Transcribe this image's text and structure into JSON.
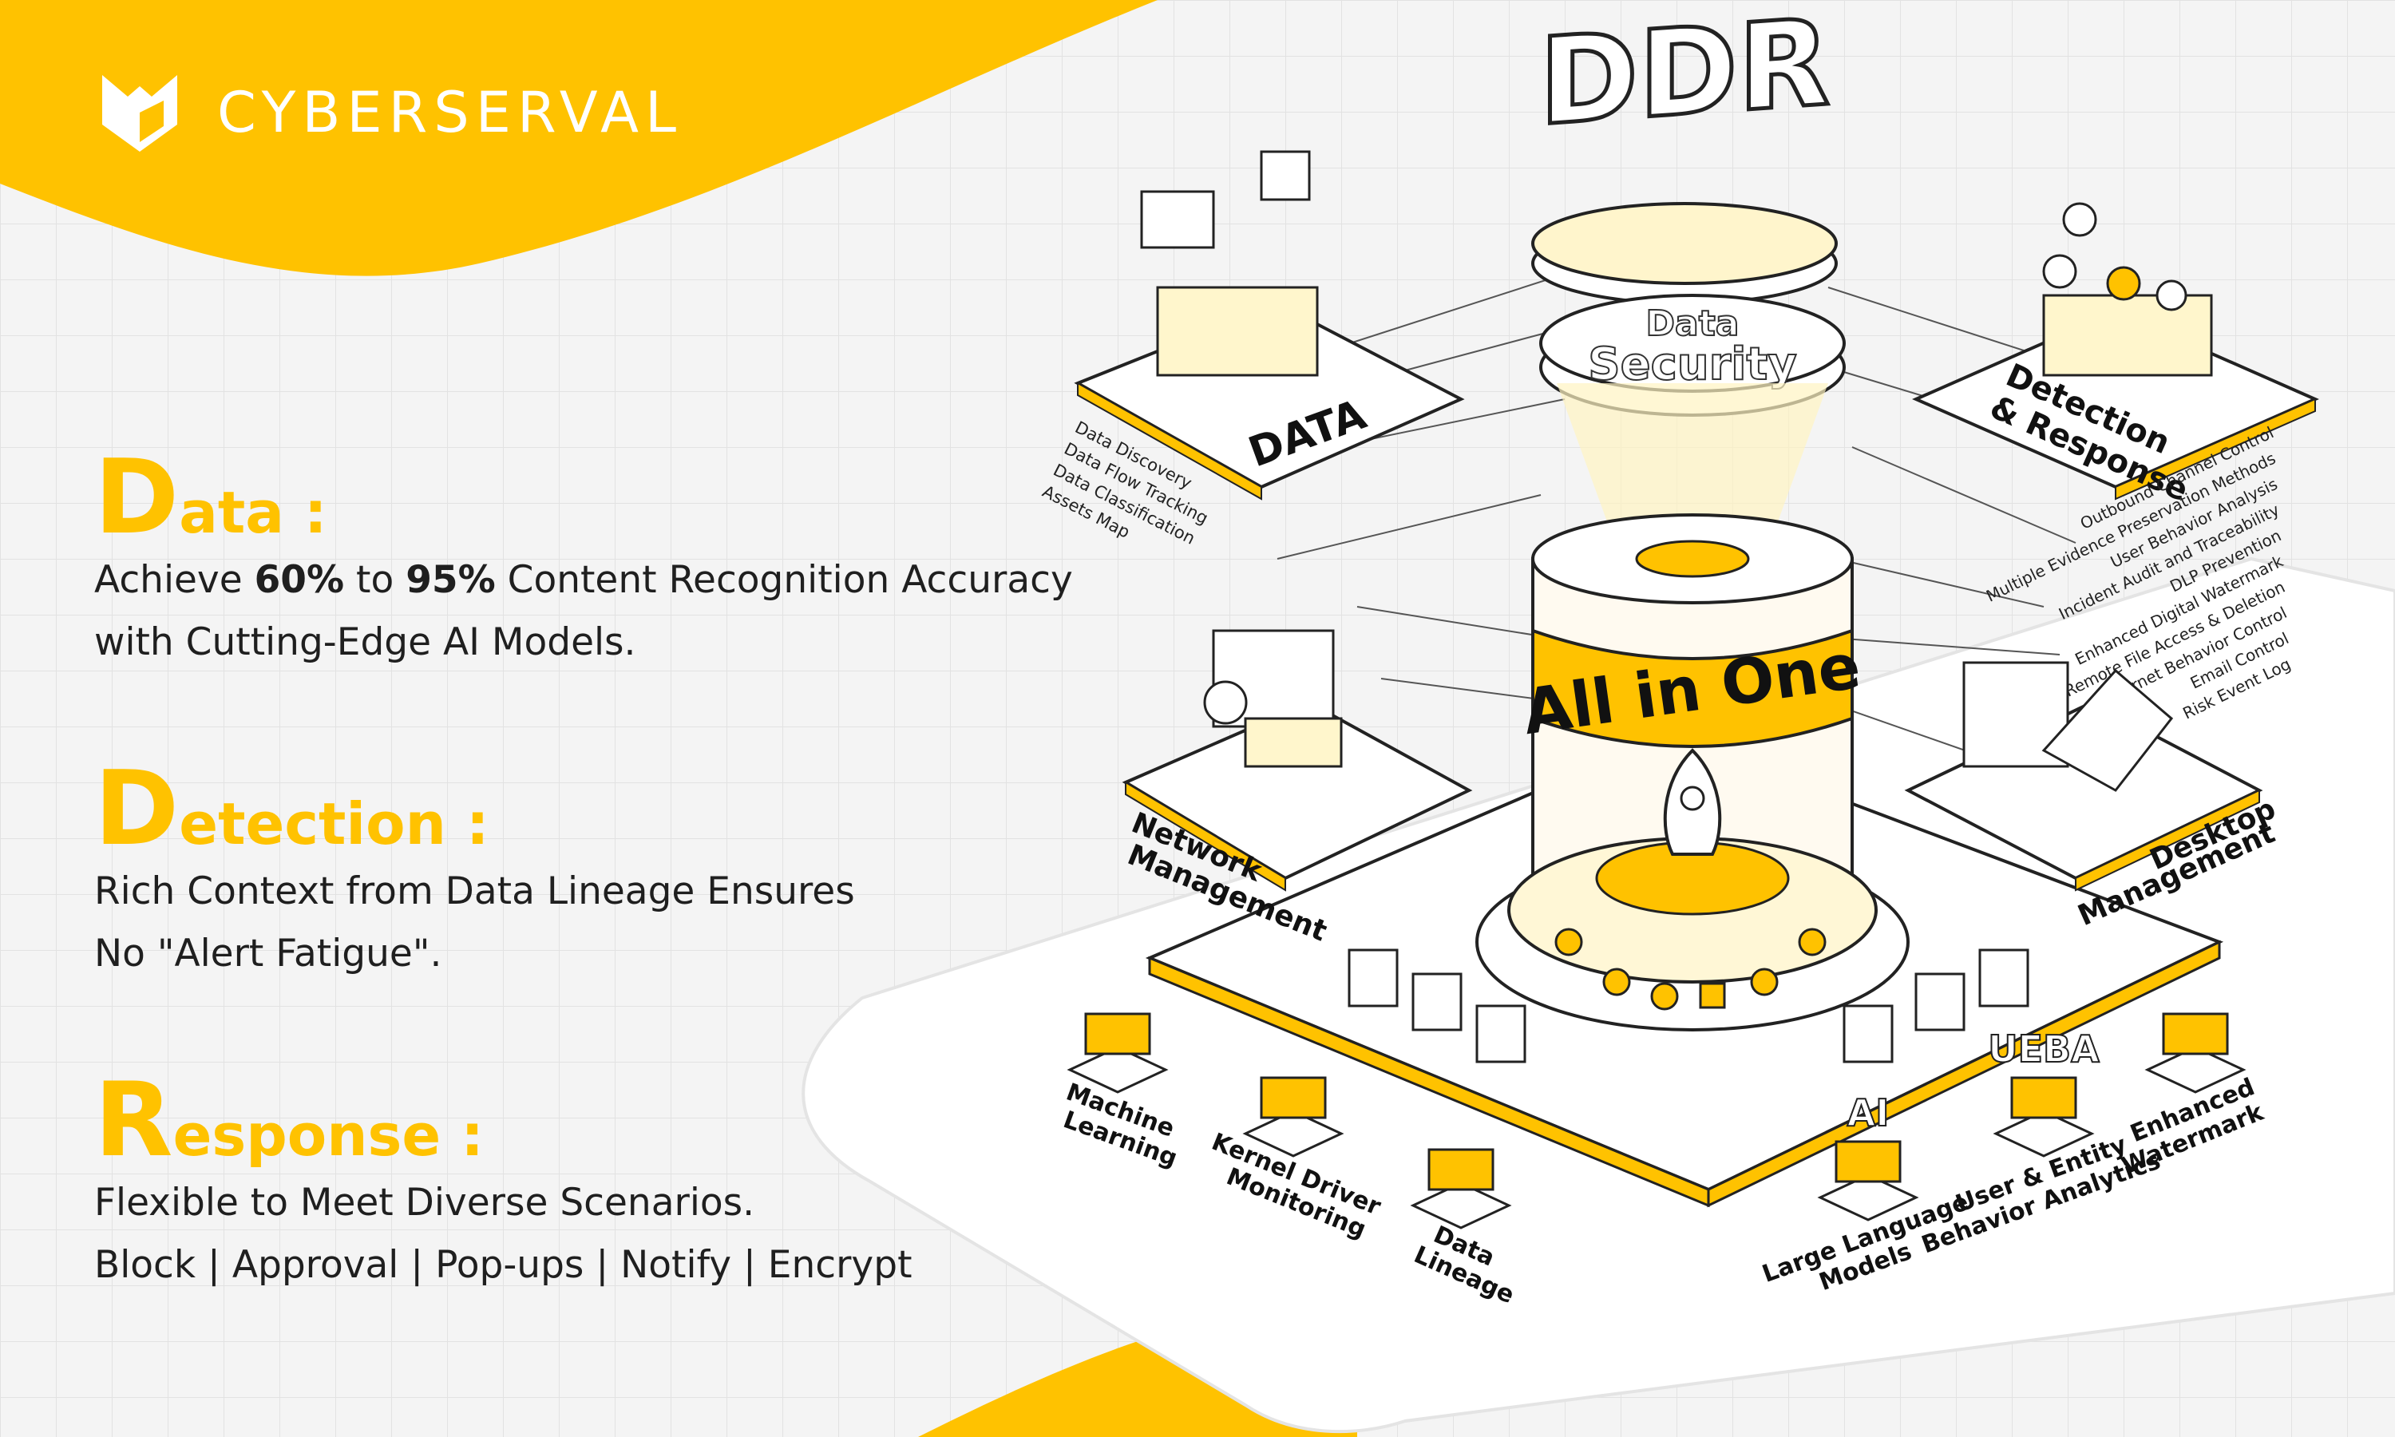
{
  "brand": {
    "name": "CYBERSERVAL",
    "logo_icon": "cyberserval-fox-logo"
  },
  "colors": {
    "accent": "#ffc200",
    "dark": "#1a1a1a",
    "light": "#f4f4f4"
  },
  "features": [
    {
      "initial": "D",
      "rest": "ata :",
      "lines": [
        {
          "parts": [
            {
              "t": "Achieve ",
              "b": false
            },
            {
              "t": "60%",
              "b": true
            },
            {
              "t": " to ",
              "b": false
            },
            {
              "t": "95%",
              "b": true
            },
            {
              "t": " Content Recognition Accuracy",
              "b": false
            }
          ]
        },
        {
          "parts": [
            {
              "t": "with Cutting-Edge AI Models.",
              "b": false
            }
          ]
        }
      ]
    },
    {
      "initial": "D",
      "rest": "etection :",
      "lines": [
        {
          "parts": [
            {
              "t": "Rich Context from Data Lineage Ensures",
              "b": false
            }
          ]
        },
        {
          "parts": [
            {
              "t": "No \"Alert Fatigue\".",
              "b": false
            }
          ]
        }
      ]
    },
    {
      "initial": "R",
      "rest": "esponse :",
      "lines": [
        {
          "parts": [
            {
              "t": "Flexible to Meet Diverse Scenarios.",
              "b": false
            }
          ]
        },
        {
          "parts": [
            {
              "t": "Block | Approval | Pop-ups | Notify | Encrypt",
              "b": false
            }
          ]
        }
      ]
    }
  ],
  "diagram": {
    "ddr": "DDR",
    "data_security": [
      "Data",
      "Security"
    ],
    "all_in_one": "All in One",
    "data_module": {
      "label": "DATA",
      "items": [
        "Data Discovery",
        "Data Flow Tracking",
        "Data Classification",
        "Assets Map"
      ]
    },
    "detection_module": {
      "label": [
        "Detection",
        "& Response"
      ],
      "items": [
        "Outbound Channel Control",
        "Multiple Evidence Preservation Methods",
        "User Behavior Analysis",
        "Incident Audit and Traceability",
        "DLP Prevention",
        "Enhanced Digital Watermark",
        "Remote File Access & Deletion",
        "Internet Behavior Control",
        "Email Control",
        "Risk Event Log"
      ]
    },
    "network_module": {
      "label": [
        "Network",
        "Management"
      ]
    },
    "desktop_module": {
      "label": [
        "Desktop",
        "Management"
      ]
    },
    "bottom_modules": [
      {
        "label": [
          "Machine",
          "Learning"
        ]
      },
      {
        "label": [
          "Kernel Driver",
          "Monitoring"
        ]
      },
      {
        "label": [
          "Data",
          "Lineage"
        ]
      },
      {
        "label": [
          "Large Language",
          "Models"
        ],
        "glyph": "AI"
      },
      {
        "label": [
          "User & Entity",
          "Behavior Analytics"
        ],
        "glyph": "UEBA"
      },
      {
        "label": [
          "Enhanced",
          "Watermark"
        ]
      }
    ],
    "os_icons": [
      "ubuntu-icon",
      "linux-icon",
      "apple-icon",
      "windows-icon",
      "bird-icon",
      "kylin-icon"
    ]
  }
}
